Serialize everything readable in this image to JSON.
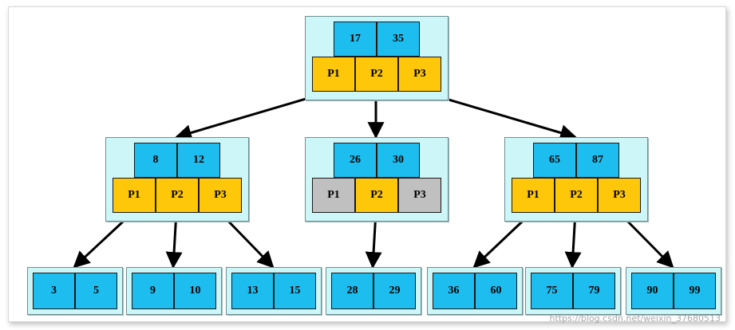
{
  "root": {
    "keys": [
      "17",
      "35"
    ],
    "pointers": [
      {
        "label": "P1",
        "null": false
      },
      {
        "label": "P2",
        "null": false
      },
      {
        "label": "P3",
        "null": false
      }
    ]
  },
  "internal": [
    {
      "keys": [
        "8",
        "12"
      ],
      "pointers": [
        {
          "label": "P1",
          "null": false
        },
        {
          "label": "P2",
          "null": false
        },
        {
          "label": "P3",
          "null": false
        }
      ]
    },
    {
      "keys": [
        "26",
        "30"
      ],
      "pointers": [
        {
          "label": "P1",
          "null": true
        },
        {
          "label": "P2",
          "null": false
        },
        {
          "label": "P3",
          "null": true
        }
      ]
    },
    {
      "keys": [
        "65",
        "87"
      ],
      "pointers": [
        {
          "label": "P1",
          "null": false
        },
        {
          "label": "P2",
          "null": false
        },
        {
          "label": "P3",
          "null": false
        }
      ]
    }
  ],
  "leaves": [
    {
      "keys": [
        "3",
        "5"
      ]
    },
    {
      "keys": [
        "9",
        "10"
      ]
    },
    {
      "keys": [
        "13",
        "15"
      ]
    },
    {
      "keys": [
        "28",
        "29"
      ]
    },
    {
      "keys": [
        "36",
        "60"
      ]
    },
    {
      "keys": [
        "75",
        "79"
      ]
    },
    {
      "keys": [
        "90",
        "99"
      ]
    }
  ],
  "watermark": "https://blog.csdn.net/weixin_37680513",
  "colors": {
    "key_fill": "#1ebdf0",
    "pointer_fill": "#ffc70a",
    "null_pointer_fill": "#c0c0c0",
    "node_background": "#ccf6f8"
  }
}
